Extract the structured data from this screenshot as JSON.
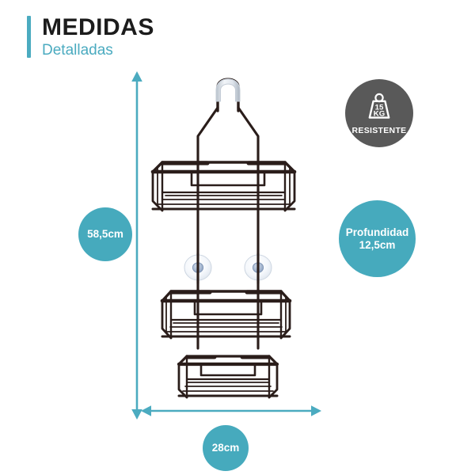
{
  "header": {
    "title_main": "MEDIDAS",
    "title_sub": "Detalladas",
    "accent_color": "#4BABC0"
  },
  "badges": {
    "weight": {
      "icon": "weight-icon",
      "value": "15",
      "unit": "KG",
      "label": "RESISTENTE",
      "background_color": "#595959"
    }
  },
  "measurements": {
    "height": {
      "label": "58,5cm",
      "color": "#46AABD"
    },
    "depth": {
      "label_line1": "Profundidad",
      "label_line2": "12,5cm",
      "color": "#46AABD"
    },
    "width": {
      "label": "28cm",
      "color": "#46AABD"
    }
  },
  "dimension_lines": {
    "color": "#4BABC0",
    "vertical_orientation": "double-arrow-vertical",
    "horizontal_orientation": "double-arrow-horizontal"
  },
  "product": {
    "name": "shower-caddy",
    "frame_color": "#2a1d1a",
    "hook_grip_color": "#d8dde3",
    "suction_cup_color": "#eef2f7",
    "suction_cup_center_color": "#9fb3cf",
    "shelves": [
      {
        "name": "upper-basket"
      },
      {
        "name": "middle-basket"
      },
      {
        "name": "bottom-tray"
      }
    ]
  }
}
